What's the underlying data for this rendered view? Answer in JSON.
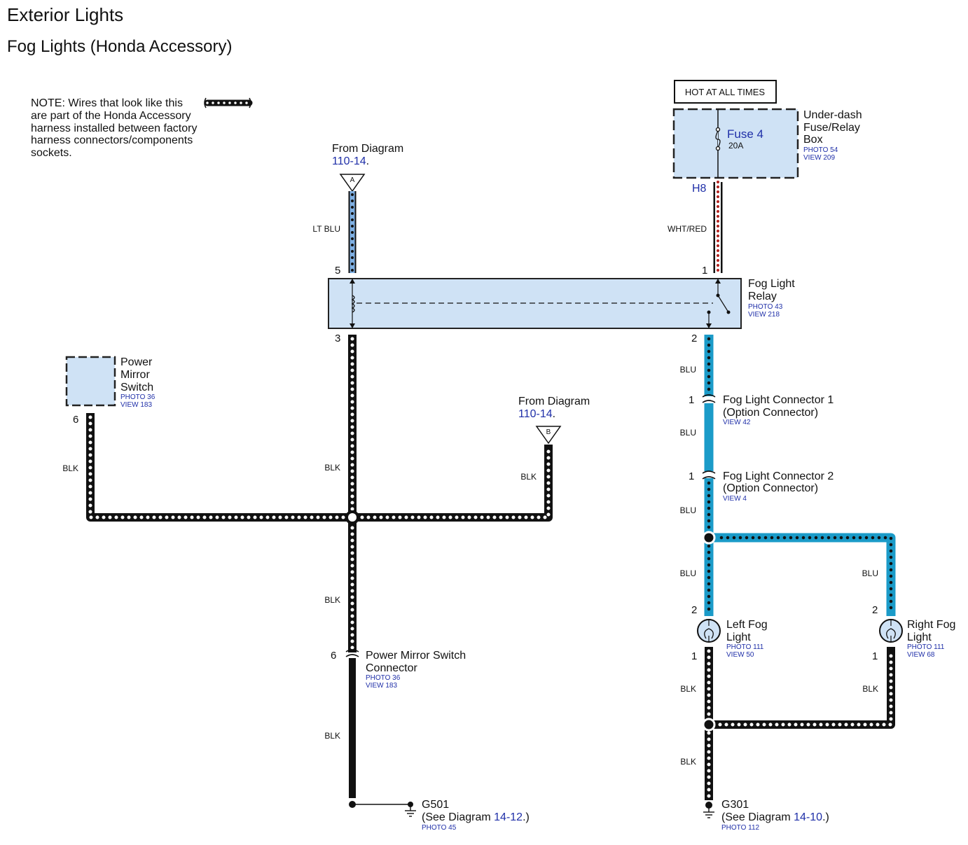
{
  "header": {
    "title": "Exterior Lights",
    "subtitle": "Fog Lights (Honda Accessory)"
  },
  "note": {
    "line1": "NOTE: Wires that look like this",
    "line2": "are part of the Honda Accessory",
    "line3": "harness installed between factory",
    "line4": "harness connectors/components",
    "line5": "sockets."
  },
  "hot_label": "HOT AT ALL TIMES",
  "fuse_box": {
    "name1": "Under-dash",
    "name2": "Fuse/Relay",
    "name3": "Box",
    "photo": "PHOTO 54",
    "view": "VIEW 209",
    "fuse_name": "Fuse 4",
    "fuse_rating": "20A",
    "terminal": "H8"
  },
  "from_a": {
    "line1": "From Diagram",
    "ref": "110-14",
    "dot": ".",
    "tag": "A"
  },
  "from_b": {
    "line1": "From Diagram",
    "ref": "110-14",
    "dot": ".",
    "tag": "B"
  },
  "relay": {
    "name1": "Fog Light",
    "name2": "Relay",
    "photo": "PHOTO 43",
    "view": "VIEW 218",
    "pins": {
      "p5": "5",
      "p1": "1",
      "p3": "3",
      "p2": "2"
    }
  },
  "mirror_switch": {
    "name1": "Power",
    "name2": "Mirror",
    "name3": "Switch",
    "photo": "PHOTO 36",
    "view": "VIEW 183",
    "pin": "6"
  },
  "mirror_connector": {
    "name1": "Power Mirror Switch",
    "name2": "Connector",
    "photo": "PHOTO 36",
    "view": "VIEW 183",
    "pin": "6"
  },
  "fog_conn1": {
    "name1": "Fog Light Connector 1",
    "name2": "(Option Connector)",
    "view": "VIEW 42",
    "pin": "1"
  },
  "fog_conn2": {
    "name1": "Fog Light Connector 2",
    "name2": "(Option Connector)",
    "view": "VIEW 4",
    "pin": "1"
  },
  "left_fog": {
    "name1": "Left Fog",
    "name2": "Light",
    "photo": "PHOTO 111",
    "view": "VIEW 50",
    "pin_top": "2",
    "pin_bottom": "1"
  },
  "right_fog": {
    "name1": "Right Fog",
    "name2": "Light",
    "photo": "PHOTO 111",
    "view": "VIEW 68",
    "pin_top": "2",
    "pin_bottom": "1"
  },
  "g501": {
    "name": "G501",
    "see_prefix": "(See Diagram ",
    "ref": "14-12",
    "see_suffix": ".)",
    "photo": "PHOTO 45"
  },
  "g301": {
    "name": "G301",
    "see_prefix": "(See Diagram ",
    "ref": "14-10",
    "see_suffix": ".)",
    "photo": "PHOTO 112"
  },
  "wire_colors": {
    "lt_blu": "LT BLU",
    "wht_red": "WHT/RED",
    "blu": "BLU",
    "blk": "BLK"
  },
  "colors": {
    "component_fill": "#cfe2f5",
    "wire_blu": "#1b9bc8",
    "wire_blk": "#111111",
    "wire_red": "#b2231f",
    "wire_ltblu": "#7fb0e3",
    "link": "#1f2fa8"
  }
}
